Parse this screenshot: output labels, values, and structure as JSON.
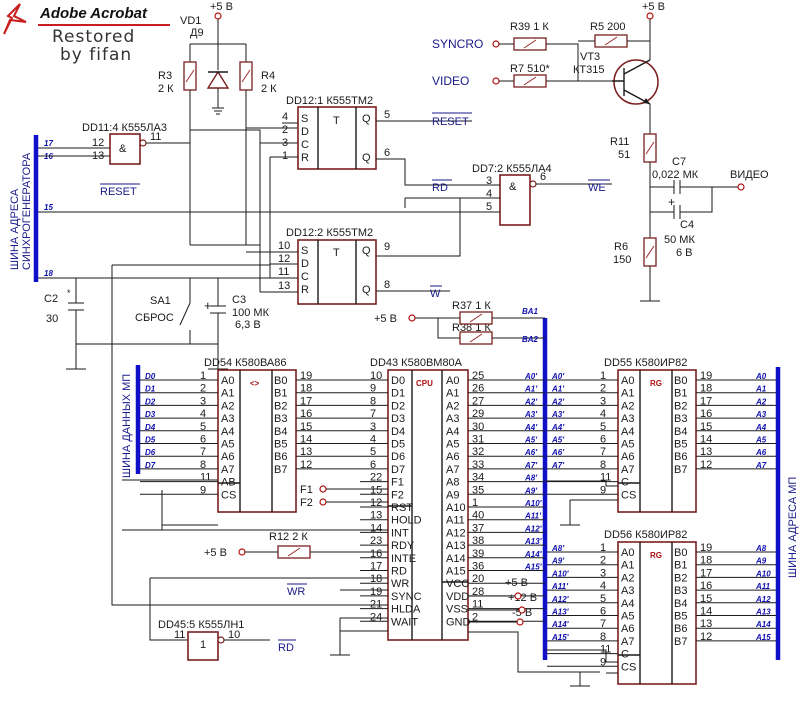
{
  "logo": {
    "brand": "Adobe Acrobat",
    "line1": "Restored",
    "line2": "by fifan"
  },
  "power": {
    "plus5": "+5 В",
    "plus12": "+12 В",
    "minus5": "-5 В"
  },
  "vd1": {
    "ref": "VD1",
    "type": "Д9"
  },
  "r3": {
    "ref": "R3",
    "val": "2 К"
  },
  "r4": {
    "ref": "R4",
    "val": "2 К"
  },
  "r39": {
    "label": "R39 1 К"
  },
  "r5": {
    "label": "R5 200"
  },
  "r7": {
    "label": "R7 510*"
  },
  "vt3": {
    "ref": "VT3",
    "type": "КТ315"
  },
  "r11": {
    "ref": "R11",
    "val": "51"
  },
  "c7": {
    "ref": "C7",
    "val": "0,022 МК"
  },
  "c4": {
    "ref": "C4",
    "val": "50 МК",
    "volt": "6 В"
  },
  "r6": {
    "ref": "R6",
    "val": "150"
  },
  "r37": {
    "label": "R37 1 К"
  },
  "r38": {
    "label": "R38 1 К"
  },
  "r12": {
    "label": "R12 2 К"
  },
  "c2": {
    "ref": "C2",
    "star": "*",
    "val": "30"
  },
  "c3": {
    "ref": "C3",
    "val": "100 МК",
    "volt": "6,3 В"
  },
  "sa1": {
    "ref": "SA1",
    "name": "СБРОС"
  },
  "signals": {
    "syncro": "SYNCRO",
    "video_in": "VIDEO",
    "video_out": "ВИДЕО",
    "reset": "RESET",
    "reset2": "RESET",
    "rd": "RD",
    "we": "WE",
    "w": "W",
    "wr": "WR",
    "rd2": "RD",
    "f1": "F1",
    "f2": "F2"
  },
  "buses": {
    "sync_addr_line1": "ШИНА АДРЕСА",
    "sync_addr_line2": "СИНХРОГЕНЕРАТОРА",
    "mp_data": "ШИНА ДАННЫХ МП",
    "mp_addr": "ШИНА АДРЕСА МП",
    "sync_pins": [
      "17",
      "16",
      "15",
      "18"
    ],
    "ba": [
      "BA1",
      "BA2"
    ]
  },
  "dd11": {
    "title": "DD11:4  К555ЛА3",
    "sym": "&",
    "in": [
      "12",
      "13"
    ],
    "out": "11"
  },
  "dd12a": {
    "title": "DD12:1  К555ТМ2",
    "t": "T",
    "pins_l": [
      "4",
      "2",
      "3",
      "1"
    ],
    "labels_l": [
      "S",
      "D",
      "C",
      "R"
    ],
    "pins_r": [
      "5",
      "6"
    ],
    "labels_r": [
      "Q",
      "Q"
    ]
  },
  "dd12b": {
    "title": "DD12:2  К555ТМ2",
    "t": "T",
    "pins_l": [
      "10",
      "12",
      "11",
      "13"
    ],
    "labels_l": [
      "S",
      "D",
      "C",
      "R"
    ],
    "pins_r": [
      "9",
      "8"
    ],
    "labels_r": [
      "Q",
      "Q"
    ]
  },
  "dd7": {
    "title": "DD7:2  К555ЛА4",
    "sym": "&",
    "in": [
      "3",
      "4",
      "5"
    ],
    "out": "6"
  },
  "dd45": {
    "title": "DD45:5  К555ЛН1",
    "sym": "1",
    "in": "11",
    "out": "10"
  },
  "dd54": {
    "title": "DD54    К580ВА86",
    "sym": "<>",
    "pins_l": [
      "1",
      "2",
      "3",
      "4",
      "5",
      "6",
      "7",
      "8",
      "11",
      "9"
    ],
    "labels_l": [
      "A0",
      "A1",
      "A2",
      "A3",
      "A4",
      "A5",
      "A6",
      "A7",
      "AB",
      "CS"
    ],
    "pins_r": [
      "19",
      "18",
      "17",
      "16",
      "15",
      "14",
      "13",
      "12"
    ],
    "labels_r": [
      "B0",
      "B1",
      "B2",
      "B3",
      "B4",
      "B5",
      "B6",
      "B7"
    ],
    "bus": [
      "D0",
      "D1",
      "D2",
      "D3",
      "D4",
      "D5",
      "D6",
      "D7"
    ]
  },
  "dd43": {
    "title": "DD43    К580ВМ80А",
    "sym": "CPU",
    "pins_l": [
      "10",
      "9",
      "8",
      "7",
      "3",
      "4",
      "5",
      "6",
      "22",
      "15",
      "12",
      "13",
      "14",
      "23",
      "16",
      "17",
      "18",
      "19",
      "21",
      "24"
    ],
    "labels_l": [
      "D0",
      "D1",
      "D2",
      "D3",
      "D4",
      "D5",
      "D6",
      "D7",
      "F1",
      "F2",
      "RST",
      "HOLD",
      "INT",
      "RDY",
      "INTE",
      "RD",
      "WR",
      "SYNC",
      "HLDA",
      "WAIT"
    ],
    "pins_r": [
      "25",
      "26",
      "27",
      "29",
      "30",
      "31",
      "32",
      "33",
      "34",
      "35",
      "1",
      "40",
      "37",
      "38",
      "39",
      "36",
      "20",
      "28",
      "11",
      "2"
    ],
    "labels_r": [
      "A0",
      "A1",
      "A2",
      "A3",
      "A4",
      "A5",
      "A6",
      "A7",
      "A8",
      "A9",
      "A10",
      "A11",
      "A12",
      "A13",
      "A14",
      "A15",
      "VCC",
      "VDD",
      "VSS",
      "GND"
    ],
    "bus": [
      "A0'",
      "A1'",
      "A2'",
      "A3'",
      "A4'",
      "A5'",
      "A6'",
      "A7'",
      "A8'",
      "A9'",
      "A10'",
      "A11'",
      "A12'",
      "A13'",
      "A14'",
      "A15'"
    ]
  },
  "dd55": {
    "title": "DD55    К580ИР82",
    "sym": "RG",
    "pins_l": [
      "1",
      "2",
      "3",
      "4",
      "5",
      "6",
      "7",
      "8",
      "11",
      "9"
    ],
    "labels_l": [
      "A0",
      "A1",
      "A2",
      "A3",
      "A4",
      "A5",
      "A6",
      "A7",
      "C",
      "CS"
    ],
    "pins_r": [
      "19",
      "18",
      "17",
      "16",
      "15",
      "14",
      "13",
      "12"
    ],
    "labels_r": [
      "B0",
      "B1",
      "B2",
      "B3",
      "B4",
      "B5",
      "B6",
      "B7"
    ],
    "bus_l": [
      "A0'",
      "A1'",
      "A2'",
      "A3'",
      "A4'",
      "A5'",
      "A6'",
      "A7'"
    ],
    "bus_r": [
      "A0",
      "A1",
      "A2",
      "A3",
      "A4",
      "A5",
      "A6",
      "A7"
    ]
  },
  "dd56": {
    "title": "DD56    К580ИР82",
    "sym": "RG",
    "pins_l": [
      "1",
      "2",
      "3",
      "4",
      "5",
      "6",
      "7",
      "8",
      "11",
      "9"
    ],
    "labels_l": [
      "A0",
      "A1",
      "A2",
      "A3",
      "A4",
      "A5",
      "A6",
      "A7",
      "C",
      "CS"
    ],
    "pins_r": [
      "19",
      "18",
      "17",
      "16",
      "15",
      "14",
      "13",
      "12"
    ],
    "labels_r": [
      "B0",
      "B1",
      "B2",
      "B3",
      "B4",
      "B5",
      "B6",
      "B7"
    ],
    "bus_l": [
      "A8'",
      "A9'",
      "A10'",
      "A11'",
      "A12'",
      "A13'",
      "A14'",
      "A15'"
    ],
    "bus_r": [
      "A8",
      "A9",
      "A10",
      "A11",
      "A12",
      "A13",
      "A14",
      "A15"
    ]
  }
}
